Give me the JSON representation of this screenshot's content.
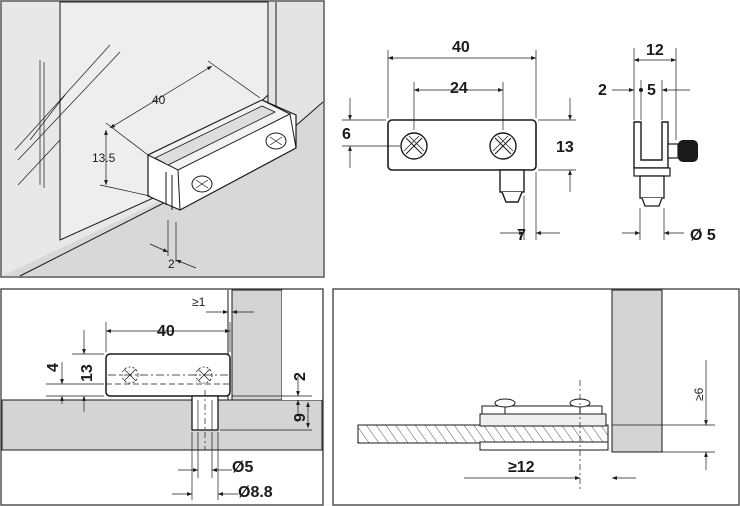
{
  "colors": {
    "panel_border": "#555555",
    "wall_fill": "#d4d4d4",
    "glass_fill": "#e4e4e4",
    "line": "#1a1a1a"
  },
  "panels": {
    "top_left": {
      "dim_length": "40",
      "dim_height": "13.5",
      "dim_gap": "2"
    },
    "top_middle": {
      "dim_length": "40",
      "dim_holes": "24",
      "dim_hole_offset": "6",
      "dim_height": "13",
      "dim_pin_offset": "7"
    },
    "top_right": {
      "dim_width": "12",
      "dim_left": "2",
      "dim_center": "5",
      "dim_pin_dia": "Ø 5"
    },
    "bottom_left": {
      "dim_gap": "≥1",
      "dim_length": "40",
      "dim_top": "4",
      "dim_height": "13",
      "dim_side": "2",
      "dim_depth": "9",
      "dim_pin": "Ø5",
      "dim_hole": "Ø8.8"
    },
    "bottom_right": {
      "dim_min_height": "≥6",
      "dim_min_overlap": "≥12"
    }
  }
}
